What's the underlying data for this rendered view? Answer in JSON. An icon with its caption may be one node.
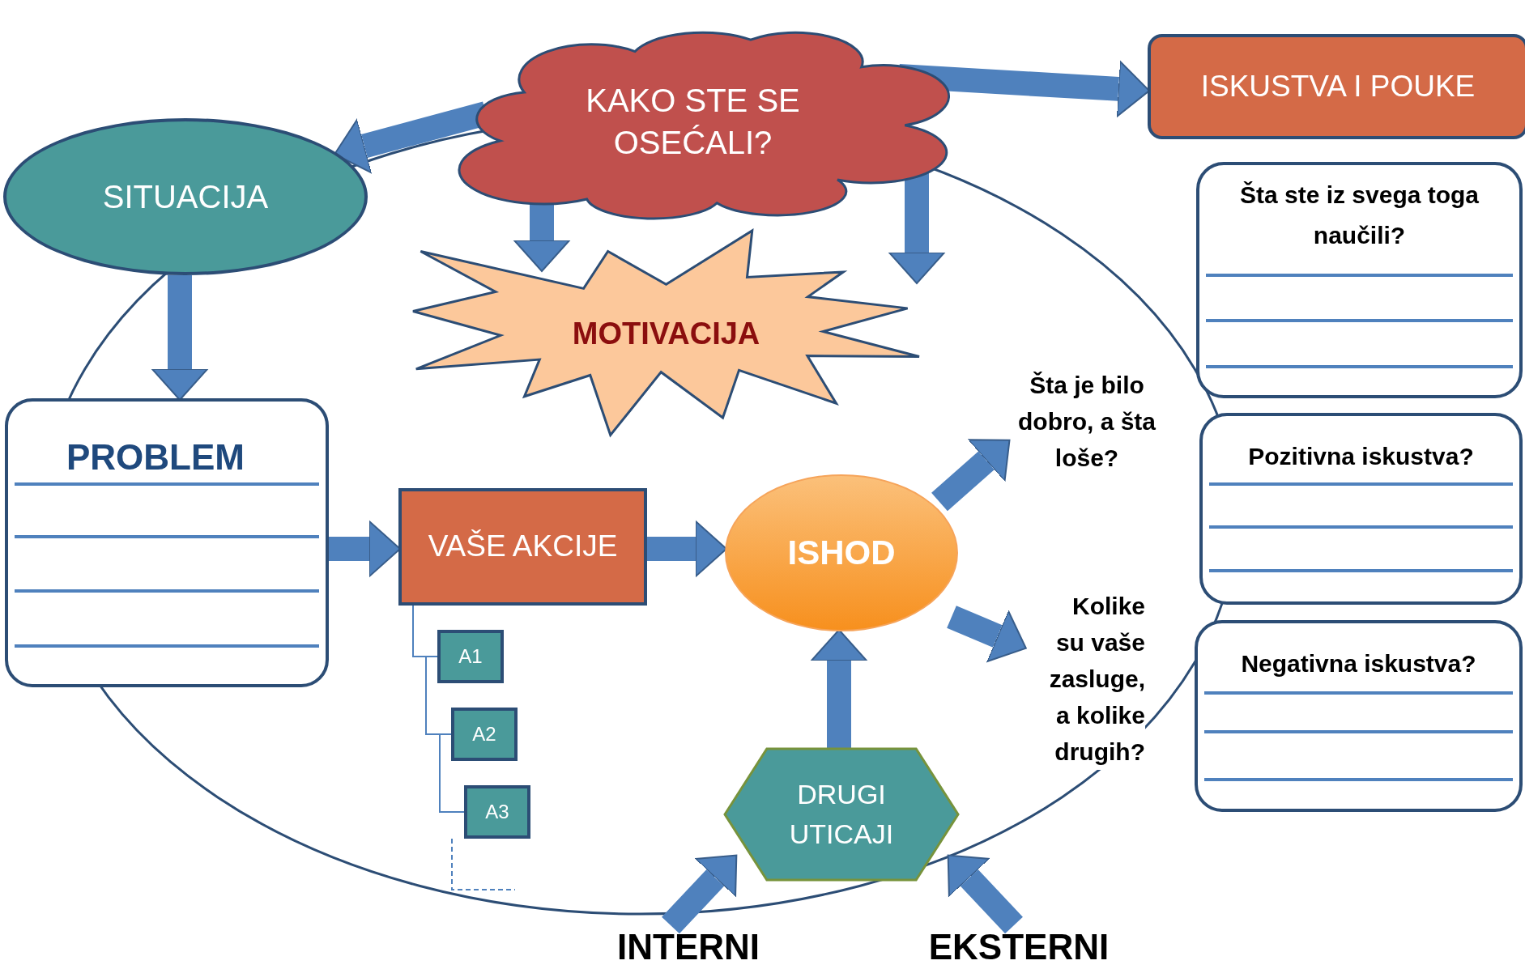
{
  "diagram": {
    "nodes": [
      {
        "text": [
          "KAKO STE SE OSEĆALI?"
        ]
      },
      {
        "text": [
          "ISKUSTVA I POUKE"
        ]
      },
      {
        "text": [
          "SITUACIJA"
        ]
      },
      {
        "text": [
          "MOTIVACIJA"
        ]
      },
      {
        "text": [
          "Šta ste iz svega toga naučili?"
        ]
      },
      {
        "text": [
          "PROBLEM"
        ]
      },
      {
        "text": [
          "VAŠE AKCIJE"
        ]
      },
      {
        "text": [
          "ISHOD"
        ]
      },
      {
        "text": [
          "Šta je bilo dobro, a šta loše?"
        ]
      },
      {
        "text": [
          "Pozitivna iskustva?"
        ]
      },
      {
        "text": [
          "Kolike su vaše zasluge, a kolike drugih?"
        ]
      },
      {
        "text": [
          "Negativna iskustva?"
        ]
      },
      {
        "text": [
          "A1"
        ]
      },
      {
        "text": [
          "A2"
        ]
      },
      {
        "text": [
          "A3"
        ]
      },
      {
        "text": [
          "DRUGI UTICAJI"
        ]
      },
      {
        "text": [
          "INTERNI"
        ]
      },
      {
        "text": [
          "EKSTERNI"
        ]
      }
    ],
    "edges": [
      {
        "from": 0,
        "to": 2,
        "arrow": "to"
      },
      {
        "from": 0,
        "to": 3,
        "arrow": "to"
      },
      {
        "from": 0,
        "to": 3,
        "arrow": "to"
      },
      {
        "from": 0,
        "to": 1,
        "arrow": "to"
      },
      {
        "from": 2,
        "to": 5,
        "arrow": "to"
      },
      {
        "from": 5,
        "to": 6,
        "arrow": "to"
      },
      {
        "from": 6,
        "to": 7,
        "arrow": "to"
      },
      {
        "from": 7,
        "to": 8,
        "arrow": "to"
      },
      {
        "from": 7,
        "to": 10,
        "arrow": "to"
      },
      {
        "from": 15,
        "to": 7,
        "arrow": "to"
      },
      {
        "from": 16,
        "to": 15,
        "arrow": "to"
      },
      {
        "from": 17,
        "to": 15,
        "arrow": "to"
      },
      {
        "from": 6,
        "to": 12,
        "arrow": "none"
      },
      {
        "from": 6,
        "to": 13,
        "arrow": "none"
      },
      {
        "from": 6,
        "to": 14,
        "arrow": "none"
      }
    ]
  }
}
